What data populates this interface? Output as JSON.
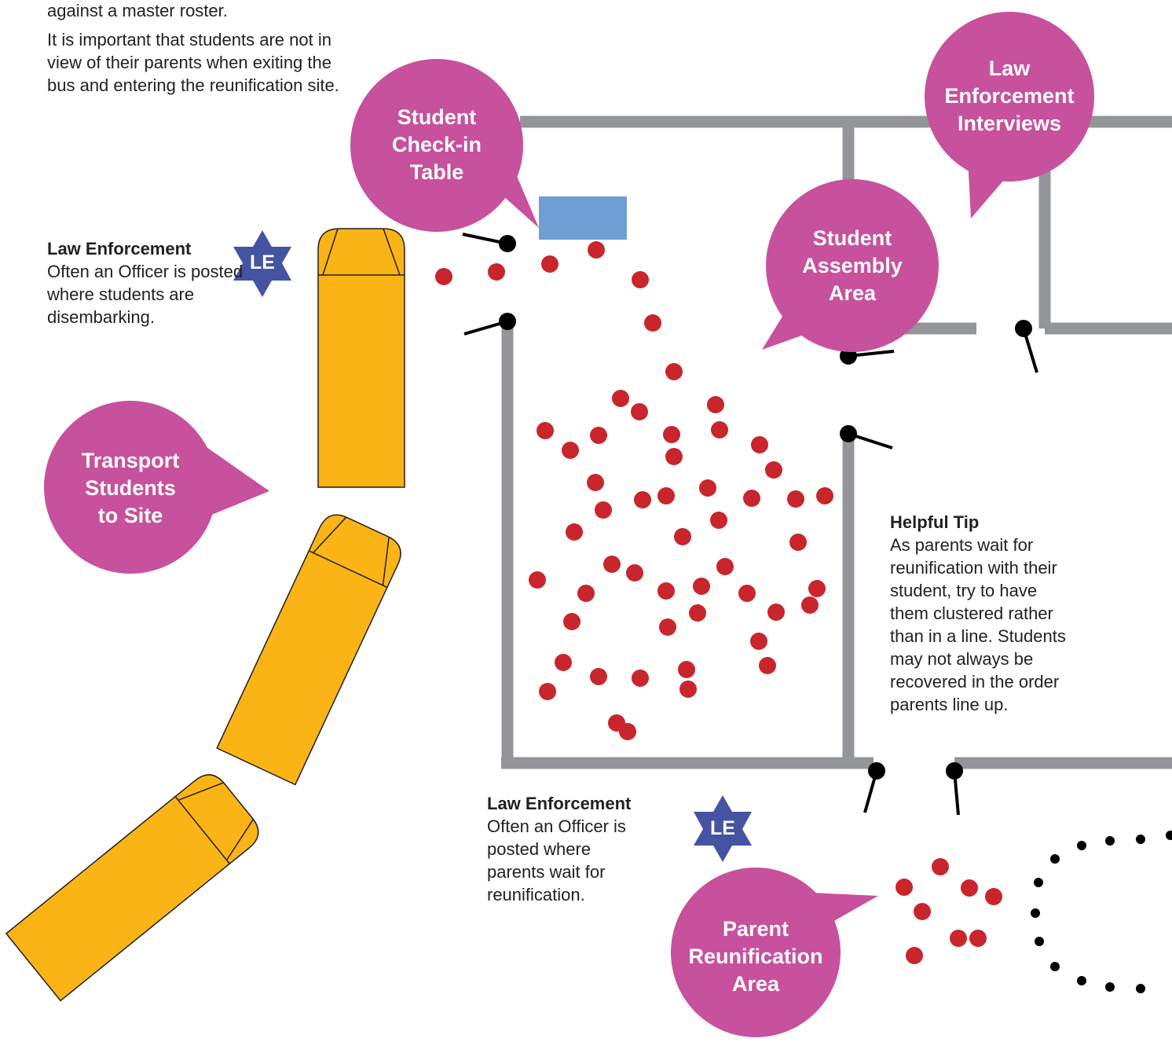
{
  "intro": {
    "line0": "against a master roster.",
    "paragraph": "It is important that students are not in view of their parents when exiting the bus and entering the reunification site."
  },
  "bubbles": {
    "checkin": [
      "Student",
      "Check-in",
      "Table"
    ],
    "interviews": [
      "Law",
      "Enforcement",
      "Interviews"
    ],
    "assembly": [
      "Student",
      "Assembly",
      "Area"
    ],
    "transport": [
      "Transport",
      "Students",
      "to Site"
    ],
    "parent": [
      "Parent",
      "Reunification",
      "Area"
    ]
  },
  "le_top": {
    "title": "Law Enforcement",
    "body": "Often an Officer is posted where students are disembarking."
  },
  "le_bottom": {
    "title": "Law Enforcement",
    "body": "Often an Officer is posted where parents wait for reunification."
  },
  "tip": {
    "title": "Helpful Tip",
    "body": "As parents wait for reunification with their student, try to have them clustered rather than in a line. Students may not always be recovered in the order parents line up."
  },
  "badges": {
    "le": "LE"
  },
  "colors": {
    "bubble": "#c7519d",
    "badge": "#4553a3",
    "bus": "#fbb416",
    "wall": "#939598",
    "person": "#c9252c",
    "table": "#6f9ed2",
    "door": "#000000"
  },
  "icons": [
    "school-bus-icon",
    "law-enforcement-star-icon",
    "check-in-table-icon",
    "door-icon",
    "person-dot-icon"
  ]
}
